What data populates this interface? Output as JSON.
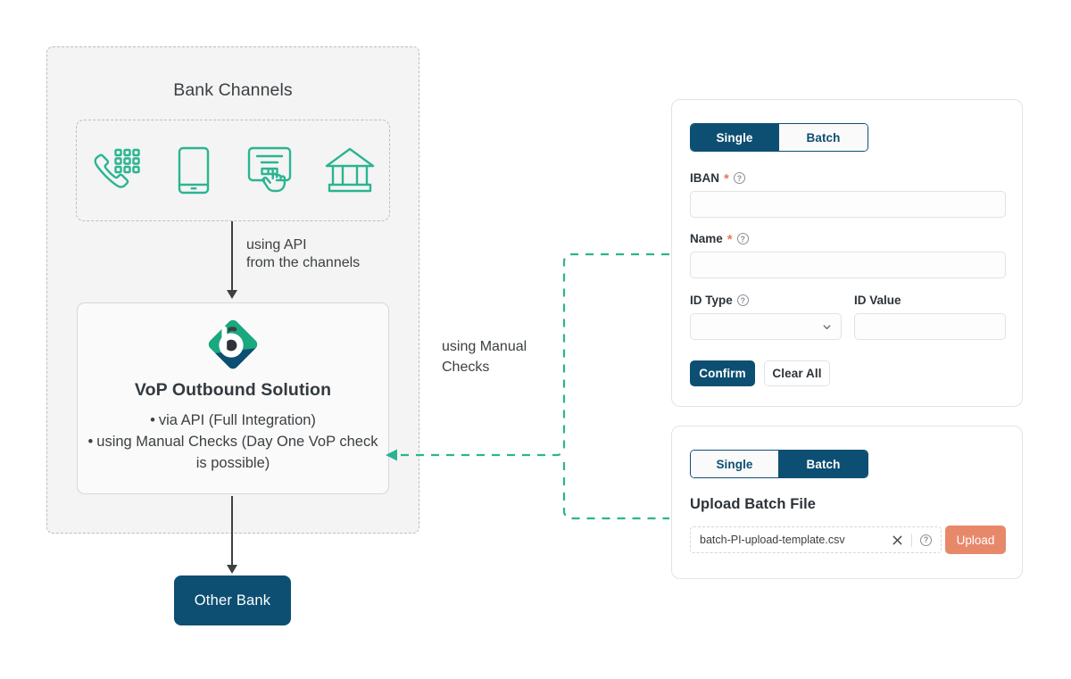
{
  "diagram": {
    "bank_channels": {
      "title": "Bank Channels",
      "icons": [
        {
          "name": "phone-keypad-icon",
          "label": "Phone / Call Center"
        },
        {
          "name": "mobile-phone-icon",
          "label": "Mobile Banking"
        },
        {
          "name": "online-banking-click-icon",
          "label": "Online Banking"
        },
        {
          "name": "bank-branch-icon",
          "label": "Branch"
        }
      ]
    },
    "api_arrow_label": "using API\nfrom the channels",
    "manual_arrow_label": "using Manual\nChecks",
    "vop": {
      "logo_name": "vop-diamond-logo",
      "title": "VoP Outbound Solution",
      "bullets": [
        "via API (Full Integration)",
        "using Manual Checks (Day One VoP check is possible)"
      ]
    },
    "other_bank": "Other Bank"
  },
  "single_panel": {
    "tabs": [
      {
        "label": "Single",
        "active": true
      },
      {
        "label": "Batch",
        "active": false
      }
    ],
    "fields": {
      "iban": {
        "label": "IBAN",
        "required": "*",
        "help": "?",
        "value": "",
        "placeholder": ""
      },
      "name": {
        "label": "Name",
        "required": "*",
        "help": "?",
        "value": "",
        "placeholder": ""
      },
      "id_type": {
        "label": "ID Type",
        "help": "?",
        "value": "",
        "placeholder": ""
      },
      "id_value": {
        "label": "ID Value",
        "value": "",
        "placeholder": ""
      }
    },
    "buttons": {
      "confirm": "Confirm",
      "clear_all": "Clear All"
    }
  },
  "batch_panel": {
    "tabs": [
      {
        "label": "Single",
        "active": false
      },
      {
        "label": "Batch",
        "active": true
      }
    ],
    "heading": "Upload Batch File",
    "file": {
      "name": "batch-PI-upload-template.csv",
      "clear_icon": "close-icon",
      "help": "?"
    },
    "upload_button": "Upload"
  },
  "colors": {
    "brand_navy": "#0d4f72",
    "brand_green": "#2bb491",
    "accent_salmon": "#e8886a",
    "required_asterisk": "#e8795a",
    "panel_bg": "#f4f4f4",
    "dashed_grey": "#bdbdbd"
  }
}
